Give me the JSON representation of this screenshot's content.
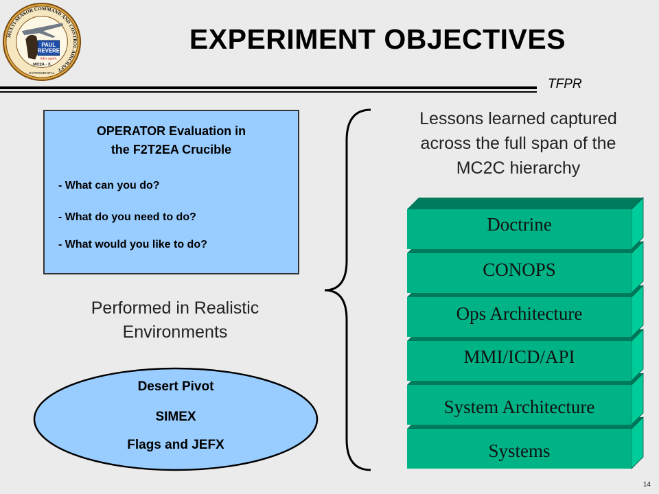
{
  "logo": {
    "ring_text": "MULTI-SENSOR COMMAND AND CONTROL AIRCRAFT",
    "name_line1": "PAUL",
    "name_line2": "REVERE",
    "motto": "rides again.",
    "model": "MC2A - X",
    "bottom": "EXPERIMENTAL"
  },
  "header": {
    "title": "EXPERIMENT OBJECTIVES",
    "org": "TFPR"
  },
  "operator_box": {
    "title_line1": "OPERATOR Evaluation in",
    "title_line2": "the F2T2EA Crucible",
    "items": [
      "- What can you do?",
      "- What do you need to do?",
      "- What would you like to do?"
    ]
  },
  "performed": {
    "line1": "Performed in Realistic",
    "line2": "Environments"
  },
  "environments": [
    "Desert Pivot",
    "SIMEX",
    "Flags and JEFX"
  ],
  "lessons": {
    "line1": "Lessons learned captured",
    "line2": "across the full span of the",
    "line3": "MC2C hierarchy"
  },
  "hierarchy": [
    "Doctrine",
    "CONOPS",
    "Ops Architecture",
    "MMI/ICD/API",
    "System Architecture",
    "Systems"
  ],
  "colors": {
    "background": "#ebebeb",
    "box_blue": "#99ccff",
    "layer_front": "#00b386",
    "layer_top": "#007a5c",
    "layer_side": "#00cc99"
  },
  "footer": {
    "page": "14"
  }
}
